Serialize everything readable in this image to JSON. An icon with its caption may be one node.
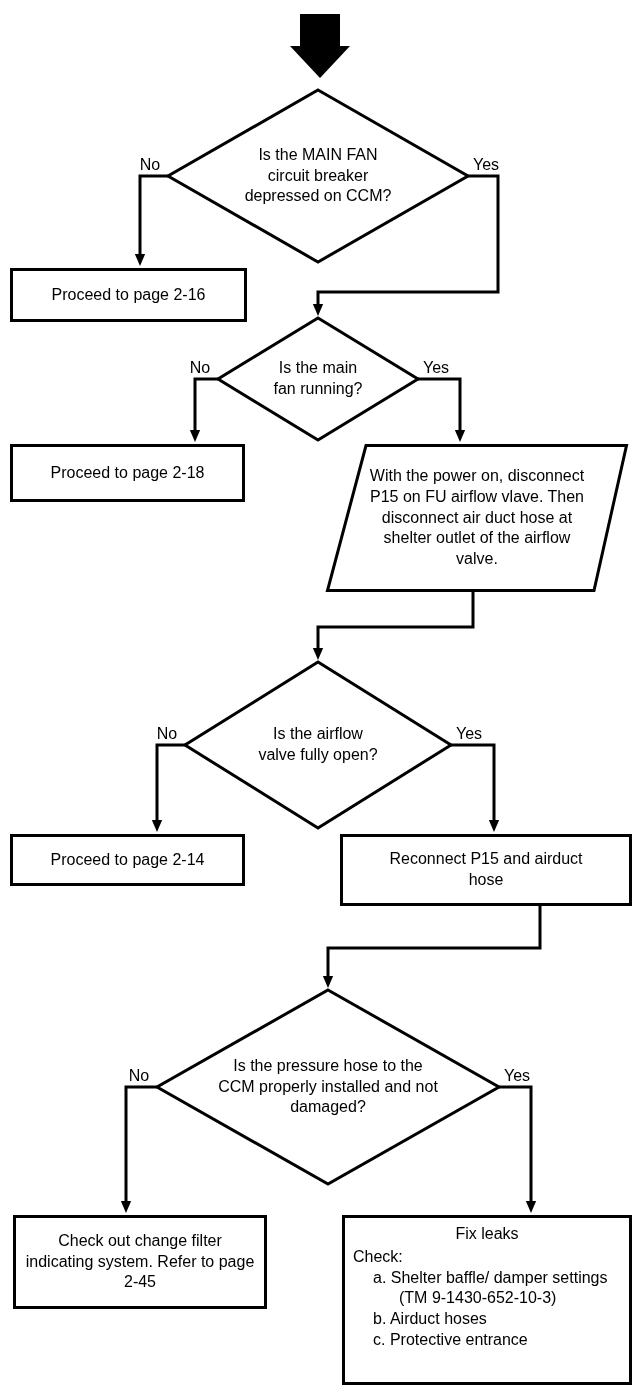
{
  "diagram": {
    "nodes": [
      {
        "text": [
          "Is the MAIN FAN circuit breaker depressed on CCM?"
        ]
      },
      {
        "text": [
          "Proceed to page 2-16"
        ]
      },
      {
        "text": [
          "Is the main fan running?"
        ]
      },
      {
        "text": [
          "Proceed to page 2-18"
        ]
      },
      {
        "text": [
          "With the power on, disconnect P15 on FU airflow vlave. Then disconnect air duct hose at shelter outlet of the airflow valve."
        ]
      },
      {
        "text": [
          "Is the airflow valve fully open?"
        ]
      },
      {
        "text": [
          "Proceed to page 2-14"
        ]
      },
      {
        "text": [
          "Reconnect P15 and airduct hose"
        ]
      },
      {
        "text": [
          "Is the pressure hose to the CCM properly installed and not damaged?"
        ]
      },
      {
        "text": [
          "Check out change filter indicating system. Refer to page 2-45"
        ]
      },
      {
        "text": [
          "Fix leaks",
          "Check:",
          "a. Shelter baffle/ damper settings (TM 9-1430-652-10-3)",
          "b. Airduct hoses",
          "c. Protective entrance"
        ]
      }
    ],
    "edges": [
      {
        "from": null,
        "to": 0,
        "arrow": "to",
        "style": "thick"
      },
      {
        "from": 0,
        "to": 1,
        "arrow": "to",
        "label": "No"
      },
      {
        "from": 0,
        "to": 2,
        "arrow": "to",
        "label": "Yes"
      },
      {
        "from": 2,
        "to": 3,
        "arrow": "to",
        "label": "No"
      },
      {
        "from": 2,
        "to": 4,
        "arrow": "to",
        "label": "Yes"
      },
      {
        "from": 4,
        "to": 5,
        "arrow": "to"
      },
      {
        "from": 5,
        "to": 6,
        "arrow": "to",
        "label": "No"
      },
      {
        "from": 5,
        "to": 7,
        "arrow": "to",
        "label": "Yes"
      },
      {
        "from": 7,
        "to": 8,
        "arrow": "to"
      },
      {
        "from": 8,
        "to": 9,
        "arrow": "to",
        "label": "No"
      },
      {
        "from": 8,
        "to": 10,
        "arrow": "to",
        "label": "Yes"
      }
    ]
  }
}
